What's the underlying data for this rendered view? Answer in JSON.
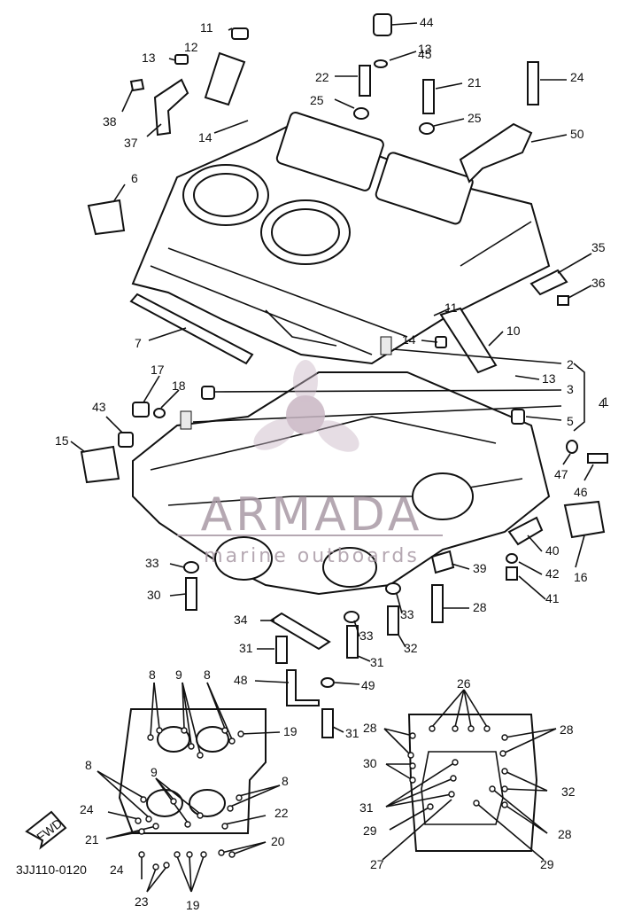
{
  "diagram": {
    "catalog_code": "3JJ110-0120",
    "fwd_text": "FWD",
    "watermark_brand": "ARMADA",
    "watermark_tagline": "marine outboards",
    "callouts": [
      {
        "text": "11",
        "at": "r-of-cap"
      },
      {
        "text": "12"
      },
      {
        "text": "13"
      },
      {
        "text": "38"
      },
      {
        "text": "37"
      },
      {
        "text": "14"
      },
      {
        "text": "6"
      },
      {
        "text": "44"
      },
      {
        "text": "13"
      },
      {
        "text": "45"
      },
      {
        "text": "22"
      },
      {
        "text": "21"
      },
      {
        "text": "24"
      },
      {
        "text": "25"
      },
      {
        "text": "25"
      },
      {
        "text": "50"
      },
      {
        "text": "35"
      },
      {
        "text": "36"
      },
      {
        "text": "11"
      },
      {
        "text": "10"
      },
      {
        "text": "14"
      },
      {
        "text": "7"
      },
      {
        "text": "2"
      },
      {
        "text": "13"
      },
      {
        "text": "3"
      },
      {
        "text": "4"
      },
      {
        "text": "1"
      },
      {
        "text": "5"
      },
      {
        "text": "17"
      },
      {
        "text": "18"
      },
      {
        "text": "43"
      },
      {
        "text": "15"
      },
      {
        "text": "47"
      },
      {
        "text": "46"
      },
      {
        "text": "40"
      },
      {
        "text": "42"
      },
      {
        "text": "16"
      },
      {
        "text": "41"
      },
      {
        "text": "39"
      },
      {
        "text": "33"
      },
      {
        "text": "30"
      },
      {
        "text": "33"
      },
      {
        "text": "28"
      },
      {
        "text": "34"
      },
      {
        "text": "33"
      },
      {
        "text": "32"
      },
      {
        "text": "31"
      },
      {
        "text": "31"
      },
      {
        "text": "48"
      },
      {
        "text": "49"
      },
      {
        "text": "31"
      },
      {
        "text": "8"
      },
      {
        "text": "9"
      },
      {
        "text": "8"
      },
      {
        "text": "19"
      },
      {
        "text": "8"
      },
      {
        "text": "9"
      },
      {
        "text": "8"
      },
      {
        "text": "24"
      },
      {
        "text": "22"
      },
      {
        "text": "21"
      },
      {
        "text": "20"
      },
      {
        "text": "24"
      },
      {
        "text": "23"
      },
      {
        "text": "19"
      },
      {
        "text": "26"
      },
      {
        "text": "28"
      },
      {
        "text": "28"
      },
      {
        "text": "30"
      },
      {
        "text": "32"
      },
      {
        "text": "31"
      },
      {
        "text": "29"
      },
      {
        "text": "28"
      },
      {
        "text": "27"
      },
      {
        "text": "29"
      }
    ]
  }
}
